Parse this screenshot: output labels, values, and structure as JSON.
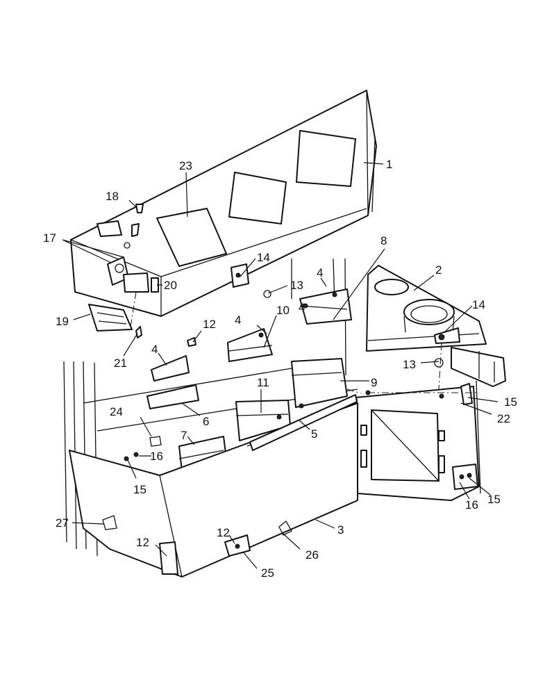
{
  "callouts": [
    {
      "label": "1"
    },
    {
      "label": "2"
    },
    {
      "label": "3"
    },
    {
      "label": "4"
    },
    {
      "label": "4"
    },
    {
      "label": "4"
    },
    {
      "label": "4"
    },
    {
      "label": "5"
    },
    {
      "label": "6"
    },
    {
      "label": "7"
    },
    {
      "label": "8"
    },
    {
      "label": "9"
    },
    {
      "label": "10"
    },
    {
      "label": "11"
    },
    {
      "label": "12"
    },
    {
      "label": "12"
    },
    {
      "label": "12"
    },
    {
      "label": "13"
    },
    {
      "label": "13"
    },
    {
      "label": "14"
    },
    {
      "label": "14"
    },
    {
      "label": "15"
    },
    {
      "label": "15"
    },
    {
      "label": "15"
    },
    {
      "label": "16"
    },
    {
      "label": "16"
    },
    {
      "label": "17"
    },
    {
      "label": "18"
    },
    {
      "label": "19"
    },
    {
      "label": "20"
    },
    {
      "label": "21"
    },
    {
      "label": "22"
    },
    {
      "label": "23"
    },
    {
      "label": "24"
    },
    {
      "label": "25"
    },
    {
      "label": "26"
    },
    {
      "label": "27"
    }
  ]
}
